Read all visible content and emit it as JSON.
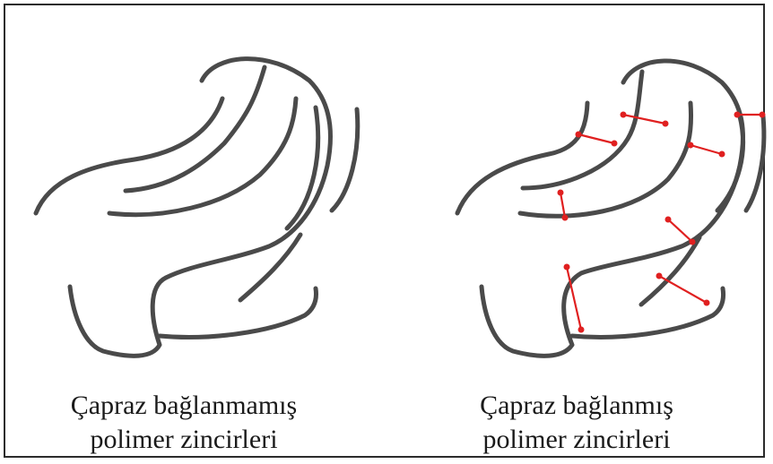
{
  "panels": {
    "left": {
      "caption_line1": "Çapraz bağlanmamış",
      "caption_line2": "polimer zincirleri"
    },
    "right": {
      "caption_line1": "Çapraz bağlanmış",
      "caption_line2": "polimer zincirleri"
    }
  },
  "colors": {
    "chain": "#4a4a4a",
    "crosslink": "#e02020",
    "frame": "#2b2b2b"
  }
}
